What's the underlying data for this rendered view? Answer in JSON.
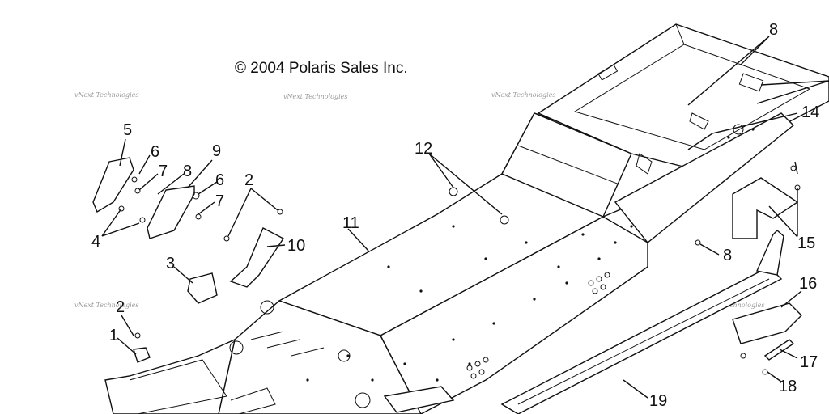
{
  "copyright": "© 2004 Polaris Sales Inc.",
  "watermark": "vNext Technologies",
  "callouts": {
    "c1": "1",
    "c2a": "2",
    "c2b": "2",
    "c3": "3",
    "c4": "4",
    "c5": "5",
    "c6a": "6",
    "c6b": "6",
    "c7a": "7",
    "c7b": "7",
    "c8a": "8",
    "c8b": "8",
    "c8c": "8",
    "c9": "9",
    "c10": "10",
    "c11": "11",
    "c12": "12",
    "c14": "14",
    "c15": "15",
    "c16": "16",
    "c17": "17",
    "c18": "18",
    "c19": "19"
  },
  "colors": {
    "ink": "#111111",
    "watermark": "#9a9a9a",
    "background": "#ffffff"
  }
}
